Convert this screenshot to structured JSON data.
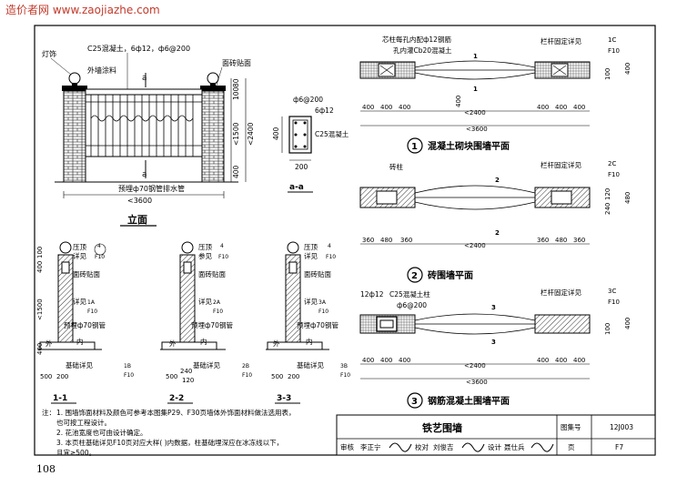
{
  "watermark": "造价者网 www.zaojiazhe.com",
  "page_number": "108",
  "title_block": {
    "title": "铁艺围墙",
    "atlas_label": "图集号",
    "atlas_no": "12J003",
    "page_label": "页",
    "page": "F7",
    "review_label": "审核",
    "reviewer": "李正宁",
    "check_label": "校对",
    "checker": "刘俊吉",
    "design_label": "设计",
    "designer": "聂仕兵"
  },
  "notes": {
    "head": "注：",
    "items": [
      "1. 围墙饰面材料及颜色可参考本图集P29、F30页墙体外饰面材料做法选用表，",
      "    也可按工程设计。",
      "2. 花池宽度也可由设计确定。",
      "3. 本页柱基础详见F10页对应大样( )内数据，柱基础埋深应在冰冻线以下，",
      "    且宜≥500。"
    ]
  },
  "elevation": {
    "title": "立面",
    "lamp": "灯饰",
    "coping": "C25混凝土，6ф12，ф6@200",
    "paint": "外墙涂料",
    "face_brick": "面砖贴面",
    "pipe": "预埋ф70钢管排水管",
    "width": "<3600",
    "dims": [
      "80",
      "100",
      "<1500",
      "<2400",
      "400"
    ],
    "cut": "a"
  },
  "section_aa": {
    "title": "a-a",
    "rebar1": "ф6@200",
    "rebar2": "6ф12",
    "concrete": "C25混凝土",
    "dim_h": "400",
    "dim_w": "200"
  },
  "sections": [
    {
      "id": "1",
      "title": "1-1",
      "cap": "压顶",
      "cap_ref": [
        "4",
        "F10"
      ],
      "detail": "详见",
      "brick": "面砖贴面",
      "ref_label": "详见",
      "ref": [
        "1A",
        "F10"
      ],
      "pipe": "预埋ф70钢管",
      "inside": "内",
      "outside": "外",
      "base": "基础详见",
      "base_ref": [
        "1B",
        "F10"
      ],
      "bottom_dims": [
        "500",
        "200"
      ]
    },
    {
      "id": "2",
      "title": "2-2",
      "cap": "压顶",
      "cap_ref": [
        "4",
        "F10"
      ],
      "detail": "参见",
      "brick": "面砖贴面",
      "ref_label": "详见",
      "ref": [
        "2A",
        "F10"
      ],
      "pipe": "预埋ф70钢管",
      "inside": "内",
      "outside": "外",
      "base": "基础详见",
      "base_ref": [
        "2B",
        "F10"
      ],
      "bottom_dims": [
        "500",
        "240",
        "120"
      ]
    },
    {
      "id": "3",
      "title": "3-3",
      "cap": "压顶",
      "cap_ref": [
        "4",
        "F10"
      ],
      "detail": "详见",
      "brick": "面砖贴面",
      "ref_label": "详见",
      "ref": [
        "3A",
        "F10"
      ],
      "pipe": "预埋ф70钢管",
      "inside": "内",
      "outside": "外",
      "base": "基础详见",
      "base_ref": [
        "3B",
        "F10"
      ],
      "bottom_dims": [
        "500",
        "200"
      ]
    }
  ],
  "section_dims": [
    "100",
    "400",
    "<1500",
    "400"
  ],
  "plans": [
    {
      "num": "1",
      "title": "混凝土砌块围墙平面",
      "note1": "芯柱每孔内配ф12钢筋",
      "note2": "孔内灌Cb20混凝土",
      "rail": "栏杆固定详见",
      "ref": [
        "1C",
        "F10"
      ],
      "dims_top": [
        "400",
        "400",
        "400",
        "<2400",
        "400",
        "400",
        "400"
      ],
      "dim_total": "<3600",
      "dims_side": [
        "100",
        "400"
      ]
    },
    {
      "num": "2",
      "title": "砖围墙平面",
      "note1": "砖柱",
      "note2": "",
      "rail": "栏杆固定详见",
      "ref": [
        "2C",
        "F10"
      ],
      "dims_top": [
        "360",
        "480",
        "360",
        "<2400",
        "360",
        "480",
        "360"
      ],
      "dim_total": "",
      "dims_side": [
        "120",
        "480",
        "240"
      ]
    },
    {
      "num": "3",
      "title": "钢筋混凝土围墙平面",
      "note1": "12ф12",
      "note2": "C25混凝土柱",
      "note3": "ф6@200",
      "rail": "栏杆固定详见",
      "ref": [
        "3C",
        "F10"
      ],
      "dims_top": [
        "400",
        "400",
        "400",
        "<2400",
        "400",
        "400",
        "400"
      ],
      "dim_total": "<3600",
      "dims_side": [
        "100",
        "400"
      ]
    }
  ]
}
